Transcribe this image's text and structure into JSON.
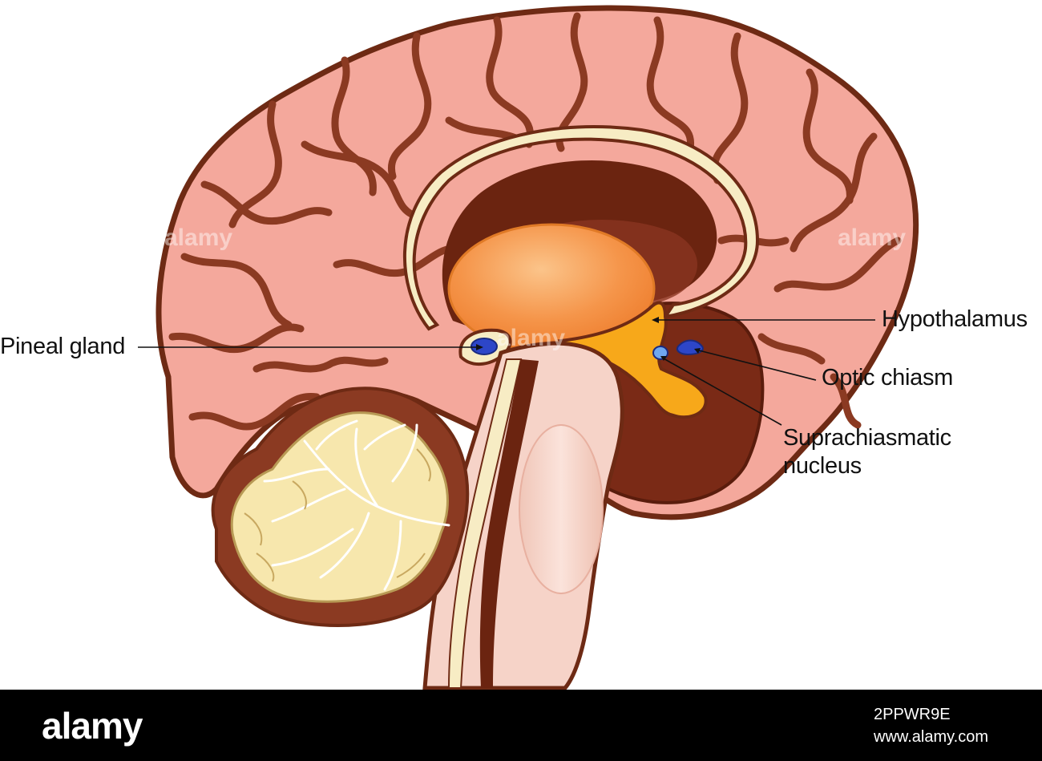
{
  "labels": {
    "pineal": "Pineal gland",
    "hypothalamus": "Hypothalamus",
    "optic_chiasm": "Optic chiasm",
    "scn_line1": "Suprachiasmatic",
    "scn_line2": "nucleus"
  },
  "footer": {
    "logo": "alamy",
    "image_id": "2PPWR9E",
    "url": "www.alamy.com"
  },
  "watermark": "alamy",
  "colors": {
    "cortex": "#f4a89c",
    "sulci": "#8b3a22",
    "outline": "#6e2a14",
    "corpus_callosum": "#f7ecc4",
    "ventricle": "#6b2410",
    "thalamus": "#f59a4a",
    "hypothalamus": "#f7a81a",
    "brainstem": "#f6d3c8",
    "cerebellum": "#f7e7ad",
    "blue_structures": "#2d46c8"
  }
}
